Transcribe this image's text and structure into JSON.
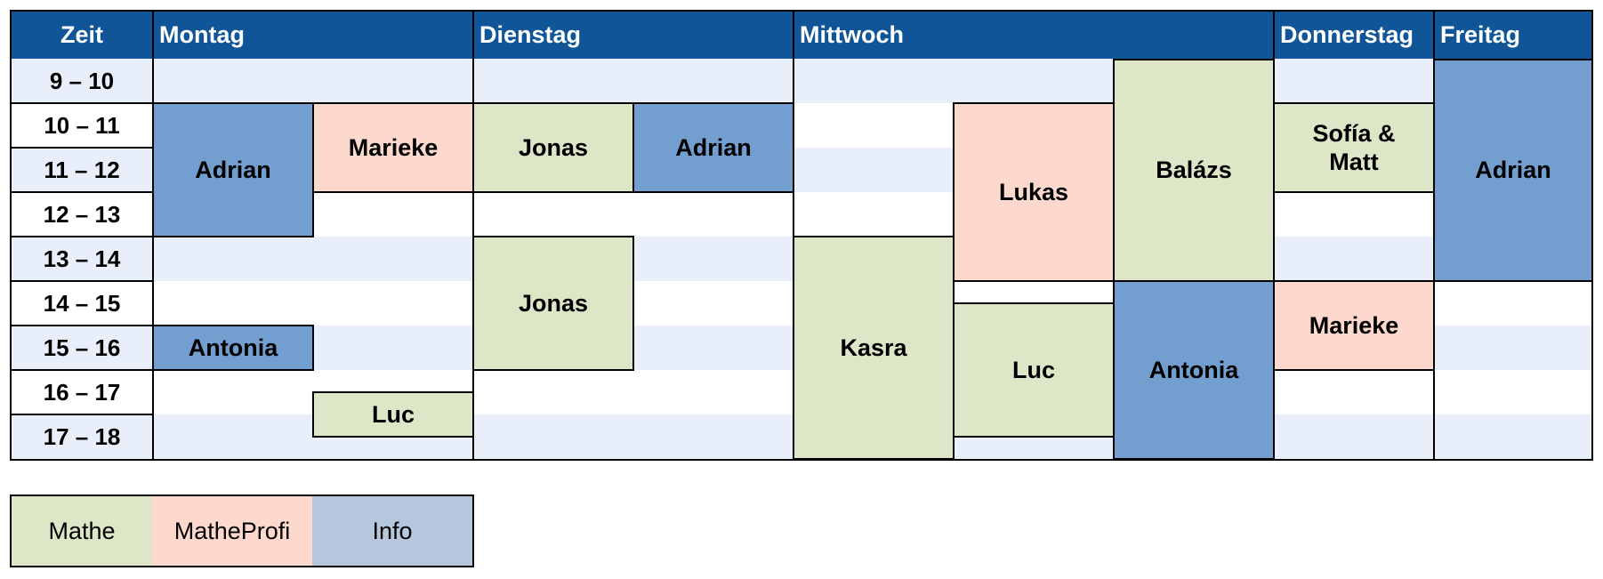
{
  "header": {
    "zeit": "Zeit",
    "days": [
      "Montag",
      "Dienstag",
      "Mittwoch",
      "Donnerstag",
      "Freitag"
    ]
  },
  "times": [
    "9 – 10",
    "10 – 11",
    "11 – 12",
    "12 – 13",
    "13 – 14",
    "14 – 15",
    "15 – 16",
    "16 – 17",
    "17 – 18"
  ],
  "blocks": [
    {
      "name": "Adrian",
      "day": "Montag",
      "type": "info"
    },
    {
      "name": "Marieke",
      "day": "Montag",
      "type": "profi"
    },
    {
      "name": "Antonia",
      "day": "Montag",
      "type": "info"
    },
    {
      "name": "Luc",
      "day": "Montag",
      "type": "mathe"
    },
    {
      "name": "Jonas",
      "day": "Dienstag",
      "type": "mathe"
    },
    {
      "name": "Adrian",
      "day": "Dienstag",
      "type": "info"
    },
    {
      "name": "Jonas",
      "day": "Dienstag",
      "type": "mathe"
    },
    {
      "name": "Kasra",
      "day": "Mittwoch",
      "type": "mathe"
    },
    {
      "name": "Lukas",
      "day": "Mittwoch",
      "type": "profi"
    },
    {
      "name": "Luc",
      "day": "Mittwoch",
      "type": "mathe"
    },
    {
      "name": "Balázs",
      "day": "Mittwoch",
      "type": "mathe"
    },
    {
      "name": "Antonia",
      "day": "Mittwoch",
      "type": "info"
    },
    {
      "name": "Sofía & Matt",
      "day": "Donnerstag",
      "type": "mathe"
    },
    {
      "name": "Marieke",
      "day": "Donnerstag",
      "type": "profi"
    },
    {
      "name": "Adrian",
      "day": "Freitag",
      "type": "info"
    }
  ],
  "legend": [
    "Mathe",
    "MatheProfi",
    "Info"
  ],
  "colors": {
    "header": "#0f5597",
    "stripe": "#e8effb",
    "mathe": "#dde7c8",
    "matheprofi": "#fdd8cc",
    "info": "#739fd0",
    "legend_info": "#b4c7dd"
  }
}
